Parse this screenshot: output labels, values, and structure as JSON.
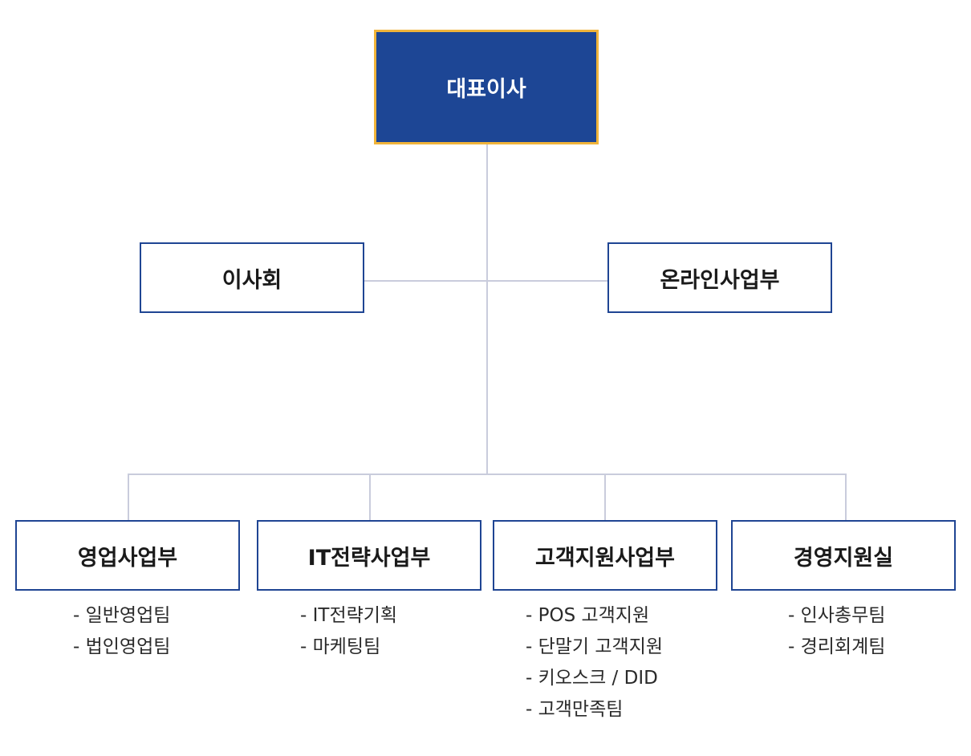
{
  "chart": {
    "ceo": "대표이사",
    "board": "이사회",
    "online": "온라인사업부",
    "departments": [
      {
        "name": "영업사업부",
        "teams": [
          "- 일반영업팀",
          "- 법인영업팀"
        ]
      },
      {
        "name": "IT전략사업부",
        "teams": [
          "- IT전략기획",
          "- 마케팅팀"
        ]
      },
      {
        "name": "고객지원사업부",
        "teams": [
          "- POS 고객지원",
          "- 단말기 고객지원",
          "- 키오스크 / DID",
          "- 고객만족팀"
        ]
      },
      {
        "name": "경영지원실",
        "teams": [
          "- 인사총무팀",
          "- 경리회계팀"
        ]
      }
    ]
  }
}
